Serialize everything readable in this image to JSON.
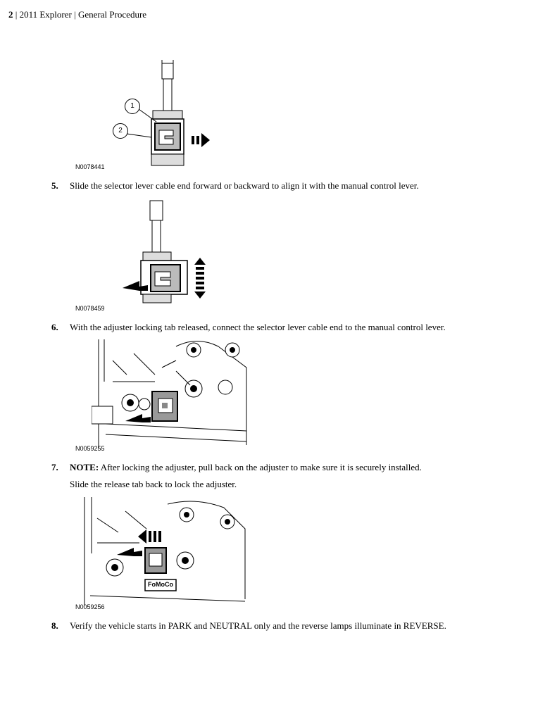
{
  "header": {
    "page_number": "2",
    "title": " | 2011 Explorer | General Procedure"
  },
  "figures": {
    "fig1": {
      "id": "N0078441",
      "callouts": [
        "1",
        "2"
      ]
    },
    "fig2": {
      "id": "N0078459"
    },
    "fig3": {
      "id": "N0059255"
    },
    "fig4": {
      "id": "N0059256",
      "logo_text": "FoMoCo"
    }
  },
  "steps": [
    {
      "number": "5.",
      "text": "Slide the selector lever cable end forward or backward to align it with the manual control lever."
    },
    {
      "number": "6.",
      "text": "With the adjuster locking tab released, connect the selector lever cable end to the manual control lever."
    },
    {
      "number": "7.",
      "note_label": "NOTE:",
      "note_text": " After locking the adjuster, pull back on the adjuster to make sure it is securely installed.",
      "text": "Slide the release tab back to lock the adjuster."
    },
    {
      "number": "8.",
      "text": "Verify the vehicle starts in PARK and NEUTRAL only and the reverse lamps illuminate in REVERSE."
    }
  ]
}
